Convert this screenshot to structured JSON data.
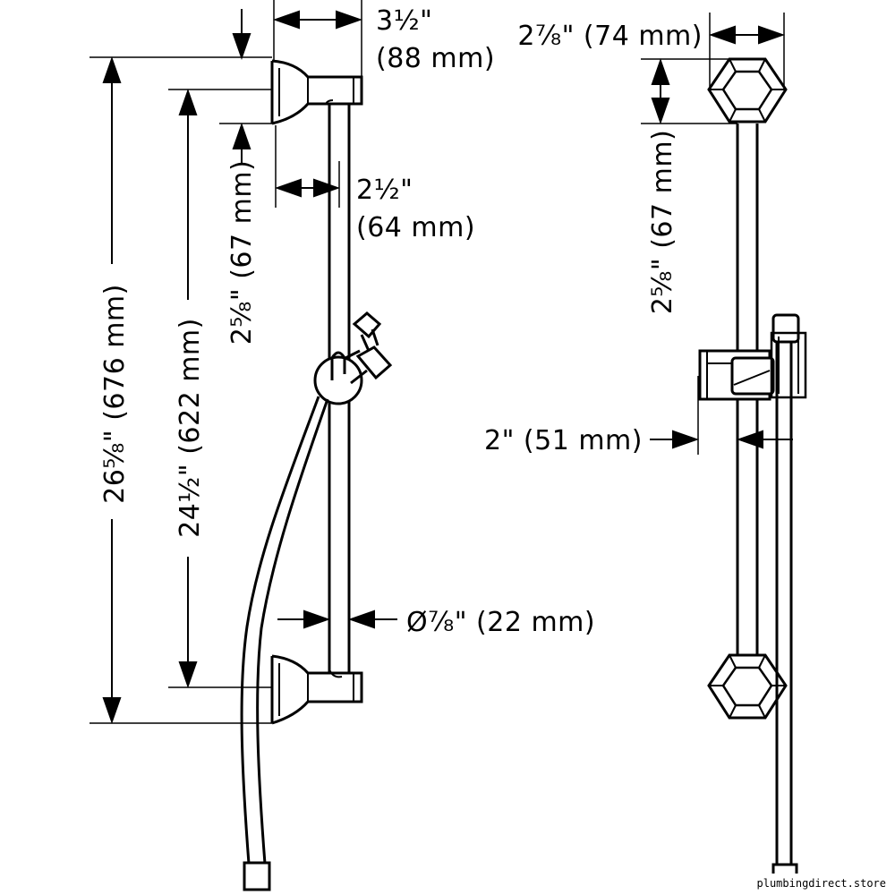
{
  "diagram": {
    "left_view": {
      "top_bracket_depth": {
        "imperial": "3½\"",
        "metric": "(88 mm)"
      },
      "bar_offset": {
        "imperial": "2½\"",
        "metric": "(64 mm)"
      },
      "bracket_height": {
        "label": "2⅝\" (67 mm)"
      },
      "overall_height": {
        "label": "26⅝\" (676 mm)"
      },
      "bracket_spacing": {
        "label": "24½\" (622 mm)"
      },
      "bar_diameter": {
        "label": "Ø⅞\" (22 mm)"
      }
    },
    "right_view": {
      "bracket_width": {
        "label": "2⅞\" (74 mm)"
      },
      "bracket_height": {
        "label": "2⅝\" (67 mm)"
      },
      "holder_offset": {
        "label": "2\" (51 mm)"
      }
    }
  },
  "watermark": "plumbingdirect.store",
  "colors": {
    "line": "#000000",
    "background": "#ffffff"
  }
}
